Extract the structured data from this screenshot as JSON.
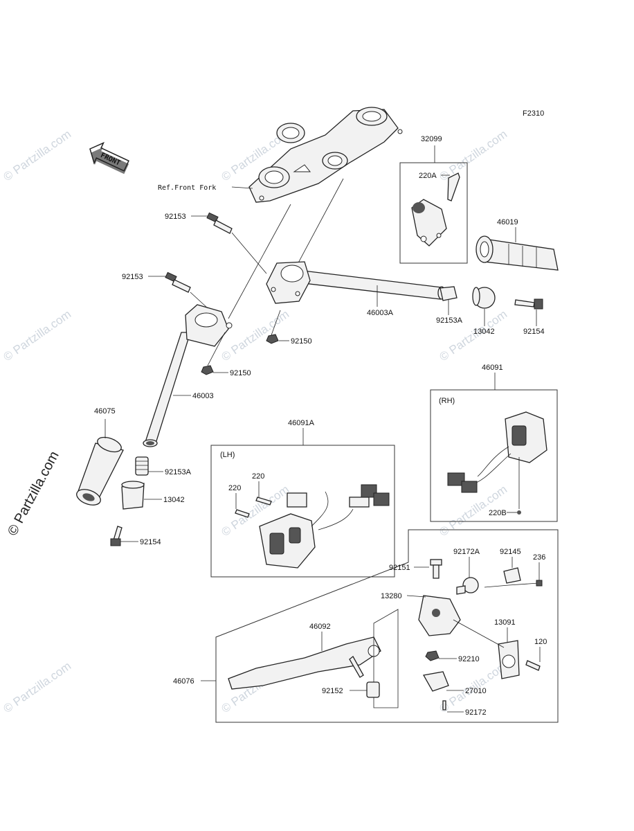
{
  "figure_code": "F2310",
  "front_arrow": "FRONT",
  "ref_label": "Ref.Front Fork",
  "box_labels": {
    "lh": "(LH)",
    "rh": "(RH)"
  },
  "parts": {
    "p32099": "32099",
    "p220A": "220A",
    "p46019": "46019",
    "p92153_top": "92153",
    "p92153_mid": "92153",
    "p46003A": "46003A",
    "p92153A_r": "92153A",
    "p13042_r": "13042",
    "p92154_r": "92154",
    "p92150_a": "92150",
    "p92150_b": "92150",
    "p46003": "46003",
    "p46075": "46075",
    "p92153A_l": "92153A",
    "p13042_l": "13042",
    "p92154_l": "92154",
    "p46091A": "46091A",
    "p220_a": "220",
    "p220_b": "220",
    "p46091": "46091",
    "p220B": "220B",
    "p92151": "92151",
    "p92172A": "92172A",
    "p92145": "92145",
    "p236": "236",
    "p13280": "13280",
    "p13091": "13091",
    "p46092": "46092",
    "p120": "120",
    "p92210": "92210",
    "p46076": "46076",
    "p92152": "92152",
    "p27010": "27010",
    "p92172": "92172"
  },
  "watermark": "© Partzilla.com",
  "side_watermark": "© Partzilla.com"
}
